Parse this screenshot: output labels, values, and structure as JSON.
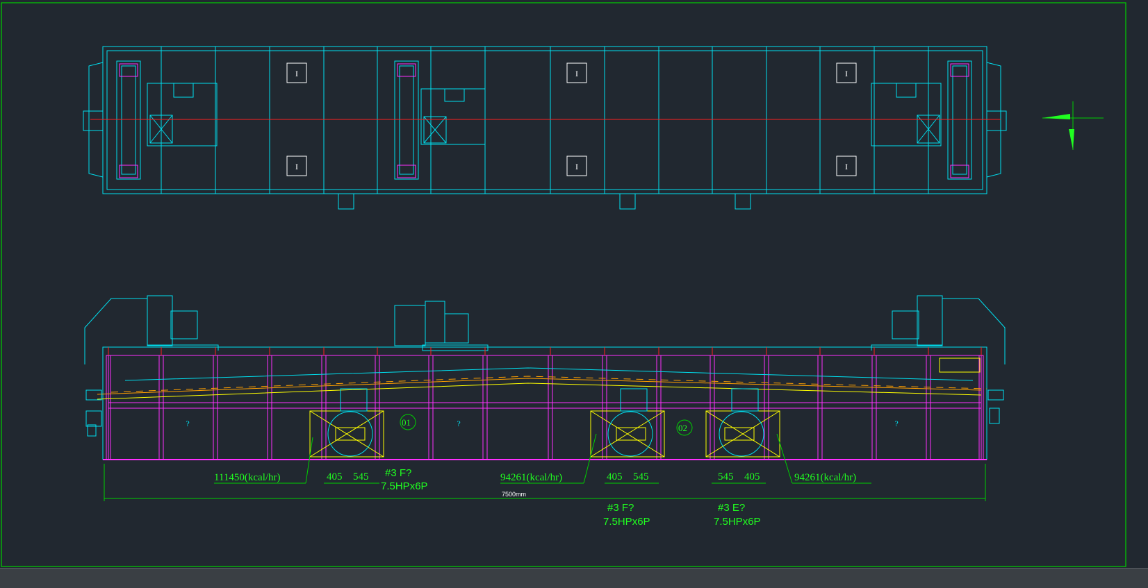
{
  "colors": {
    "background": "#212830",
    "frame": "#00d000",
    "cyan": "#00e0f0",
    "red": "#ff2020",
    "magenta": "#ff30ff",
    "yellow": "#ffff00",
    "orange": "#ffa000",
    "green": "#20ff20"
  },
  "annotations": {
    "heat_left": "111450(kcal/hr)",
    "heat_mid": "94261(kcal/hr)",
    "heat_right": "94261(kcal/hr)",
    "dim_405_a": "405",
    "dim_545_a": "545",
    "dim_405_b": "405",
    "dim_545_b": "545",
    "dim_545_c": "545",
    "dim_405_c": "405",
    "total_length": "7500mm",
    "fan_left_name": "#3 F?",
    "fan_left_power": "7.5HPx6P",
    "fan_mid_name": "#3 F?",
    "fan_mid_power": "7.5HPx6P",
    "fan_right_name": "#3 E?",
    "fan_right_power": "7.5HPx6P",
    "bubble_01": "01",
    "bubble_02": "02",
    "q1": "?",
    "q2": "?",
    "q3": "?",
    "marker": "I"
  }
}
